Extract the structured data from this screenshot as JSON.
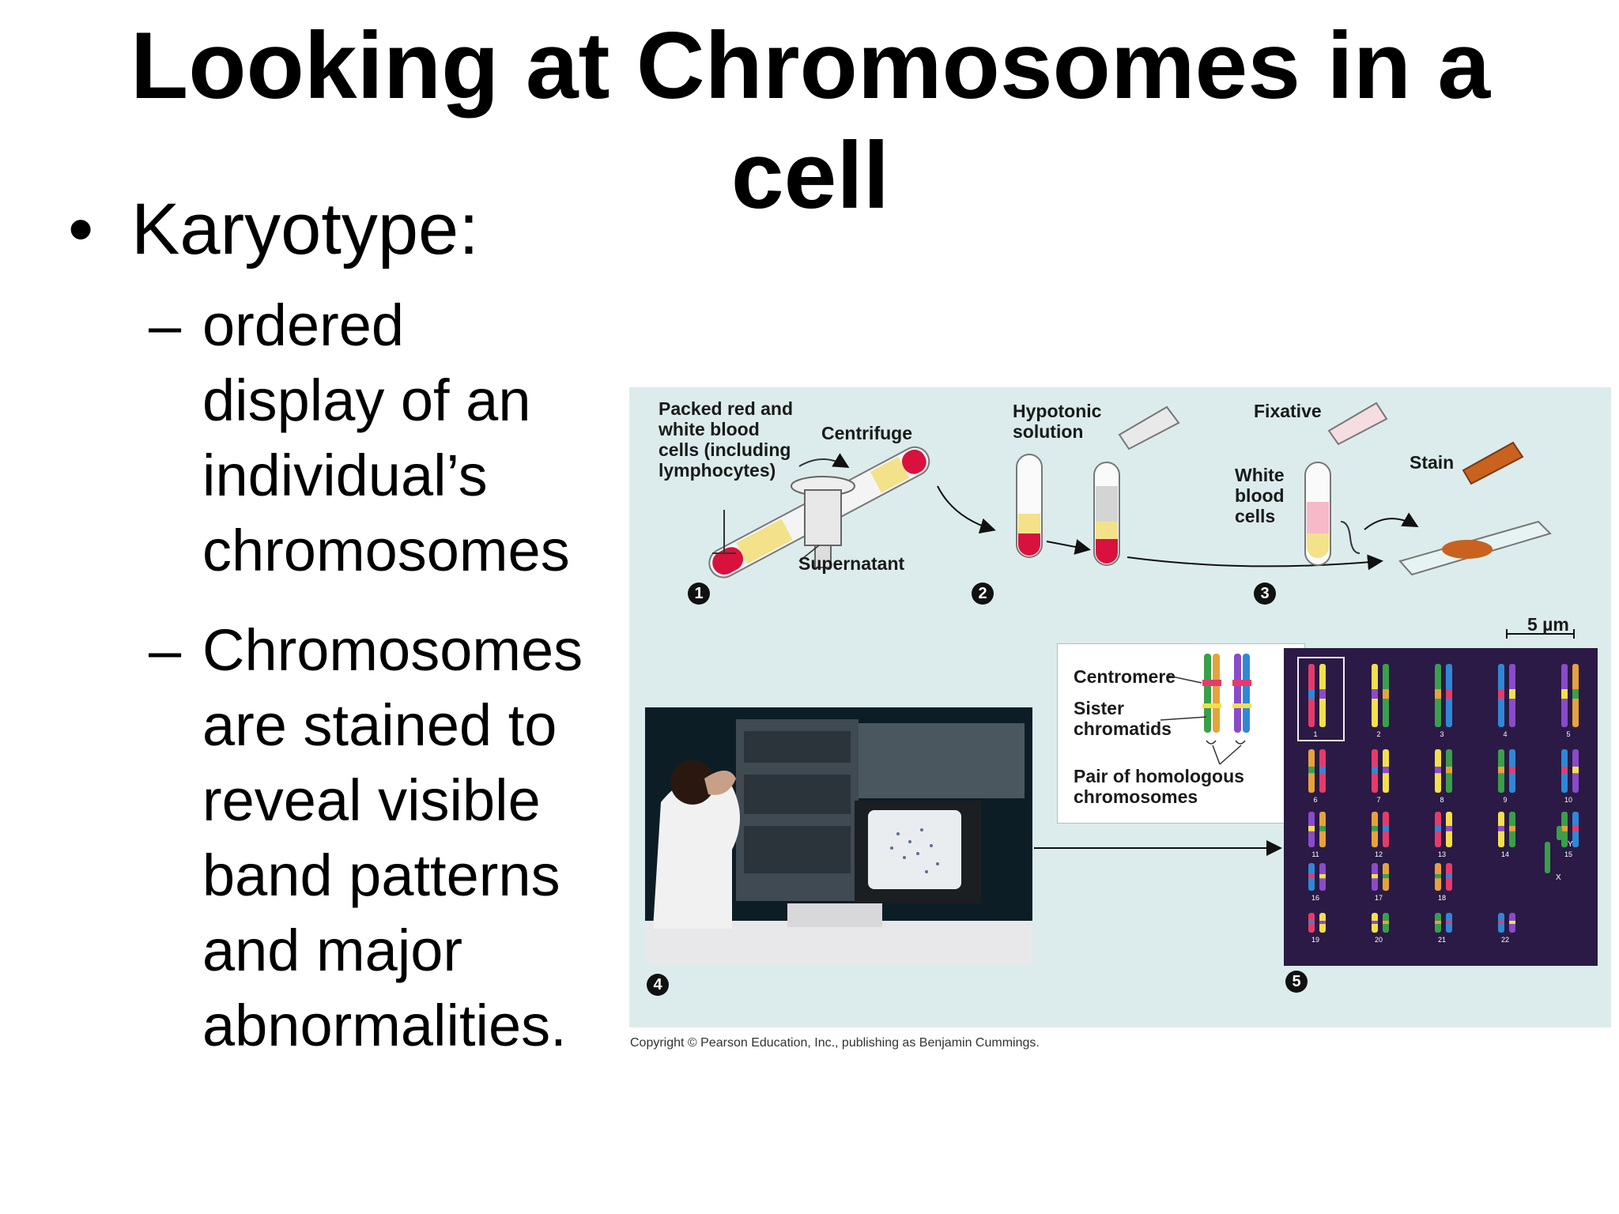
{
  "slide": {
    "title": "Looking at Chromosomes in a cell",
    "bullet": {
      "marker": "•",
      "text": "Karyotype:"
    },
    "sub_bullets": [
      {
        "marker": "–",
        "text": "ordered\ndisplay of an\nindividual’s\nchromosomes"
      },
      {
        "marker": "–",
        "text": "Chromosomes\nare stained to\nreveal visible\nband patterns\nand major\nabnormalities."
      }
    ]
  },
  "figure": {
    "labels": {
      "packed_cells": "Packed red and\nwhite blood\ncells (including\nlymphocytes)",
      "centrifuge": "Centrifuge",
      "supernatant": "Supernatant",
      "hypotonic": "Hypotonic\nsolution",
      "fixative": "Fixative",
      "stain": "Stain",
      "white_blood_cells": "White\nblood\ncells",
      "scale": "5 µm",
      "centromere": "Centromere",
      "sister_chromatids": "Sister\nchromatids",
      "homologous_pair": "Pair of homologous\nchromosomes"
    },
    "steps": [
      "1",
      "2",
      "3",
      "4",
      "5"
    ],
    "karyotype_numbers": [
      "1",
      "2",
      "3",
      "4",
      "5",
      "6",
      "7",
      "8",
      "9",
      "10",
      "11",
      "12",
      "13",
      "14",
      "15",
      "16",
      "17",
      "18",
      "19",
      "20",
      "21",
      "22",
      "X",
      "Y"
    ],
    "colors": {
      "panel_background": "#dcecec",
      "blood_red": "#d8123c",
      "plasma_yellow": "#f3e28a",
      "stain_brown": "#c8621e",
      "karyotype_background": "#2a1a45"
    }
  },
  "copyright": "Copyright © Pearson Education, Inc., publishing as Benjamin Cummings."
}
